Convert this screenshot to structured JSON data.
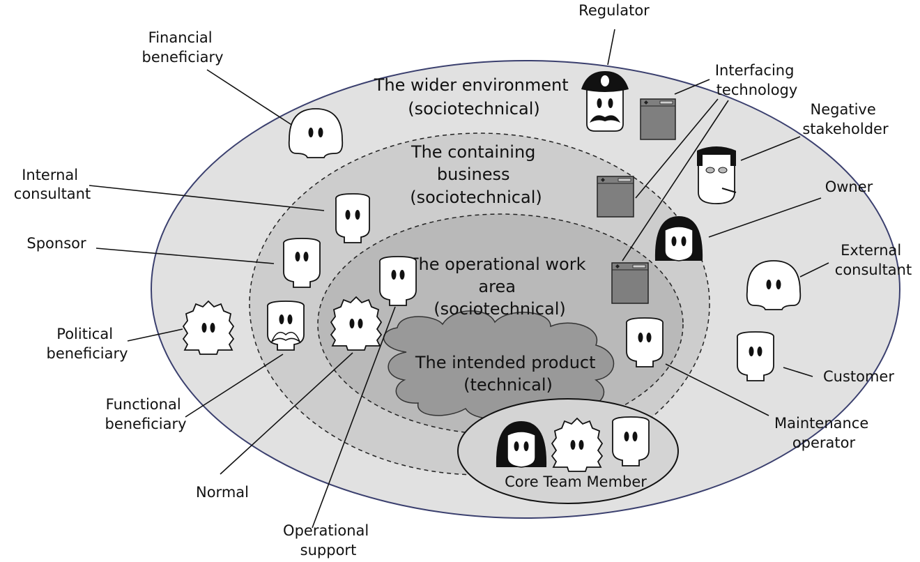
{
  "zones": {
    "wider": [
      "The wider environment",
      "(sociotechnical)"
    ],
    "containing": [
      "The containing",
      "business",
      "(sociotechnical)"
    ],
    "operational": [
      "The operational work",
      "area",
      "(sociotechnical)"
    ],
    "product": [
      "The intended product",
      "(technical)"
    ]
  },
  "core_team_label": "Core Team Member",
  "stakeholders": {
    "regulator": [
      "Regulator"
    ],
    "financial": [
      "Financial",
      "beneficiary"
    ],
    "interfacing": [
      "Interfacing",
      "technology"
    ],
    "negative": [
      "Negative",
      "stakeholder"
    ],
    "internal": [
      "Internal",
      "consultant"
    ],
    "owner": [
      "Owner"
    ],
    "sponsor": [
      "Sponsor"
    ],
    "external": [
      "External",
      "consultant"
    ],
    "political": [
      "Political",
      "beneficiary"
    ],
    "customer": [
      "Customer"
    ],
    "functional": [
      "Functional",
      "beneficiary"
    ],
    "maintenance": [
      "Maintenance",
      "operator"
    ],
    "normal": [
      "Normal"
    ],
    "operational_support": [
      "Operational",
      "support"
    ]
  },
  "colors": {
    "outer_fill": "#e1e1e1",
    "outer_stroke": "#3a3f6e",
    "containing_fill": "#cdcdcd",
    "operational_fill": "#b9b9b9",
    "product_fill": "#999999",
    "core_fill": "#d4d4d4",
    "device_fill": "#7f7f7f"
  }
}
